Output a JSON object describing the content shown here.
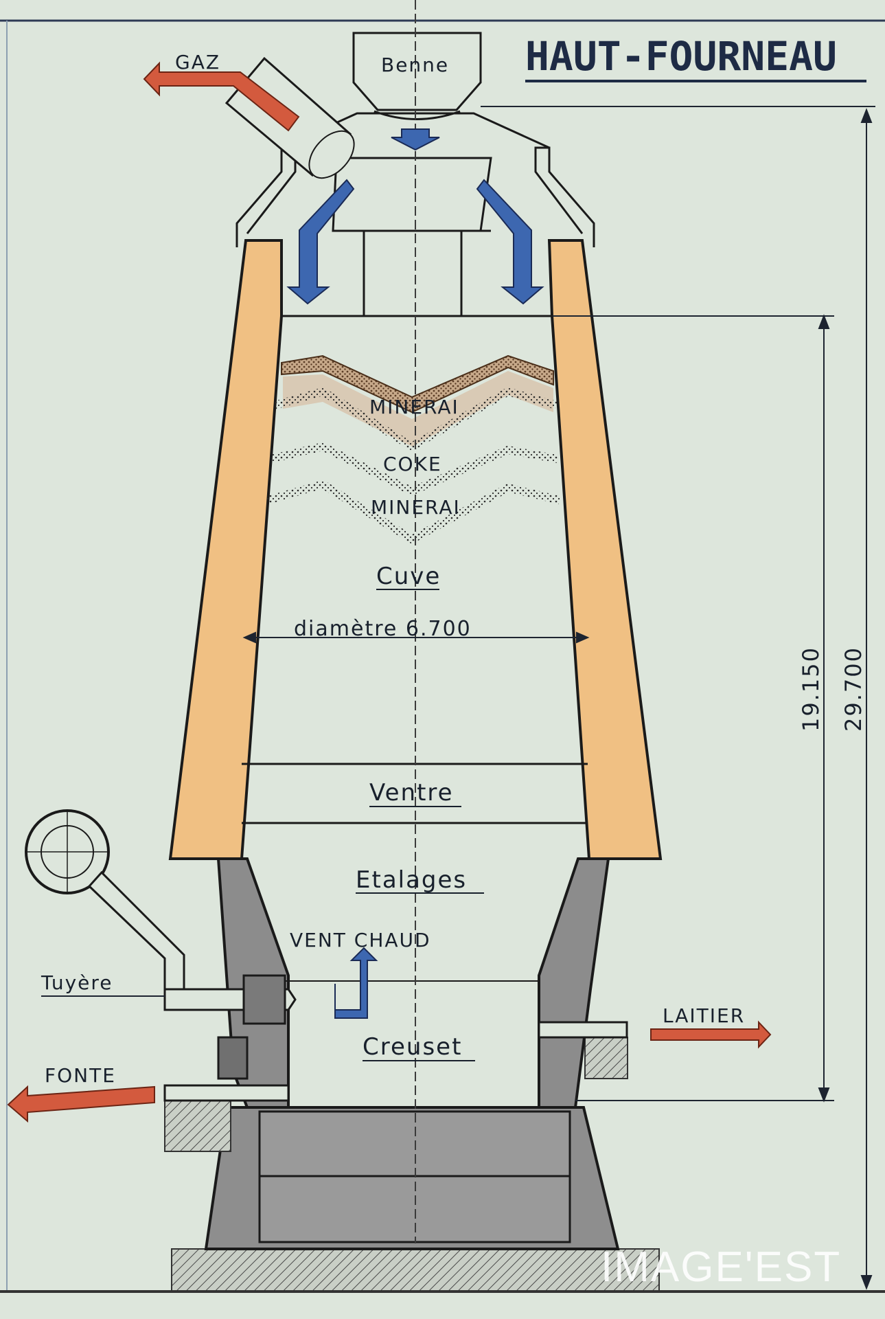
{
  "title": "HAUT-FOURNEAU",
  "watermark": "IMAGE'EST",
  "labels": {
    "gaz": "GAZ",
    "benne": "Benne",
    "minerai_top": "MINERAI",
    "coke": "COKE",
    "minerai_bottom": "MINERAI",
    "cuve": "Cuve",
    "diametre": "diamètre 6.700",
    "ventre": "Ventre",
    "etalages": "Etalages",
    "vent_chaud": "VENT CHAUD",
    "tuyere": "Tuyère",
    "creuset": "Creuset",
    "laitier": "LAITIER",
    "fonte": "FONTE"
  },
  "dimensions": {
    "inner_height": "19.150",
    "total_height": "29.700"
  },
  "colors": {
    "background": "#dde6dc",
    "refractory": "#f0c083",
    "masonry": "#8e8e8e",
    "arrow_blue": "#3d67b0",
    "arrow_red": "#d35a3e",
    "ink": "#1d2430"
  }
}
